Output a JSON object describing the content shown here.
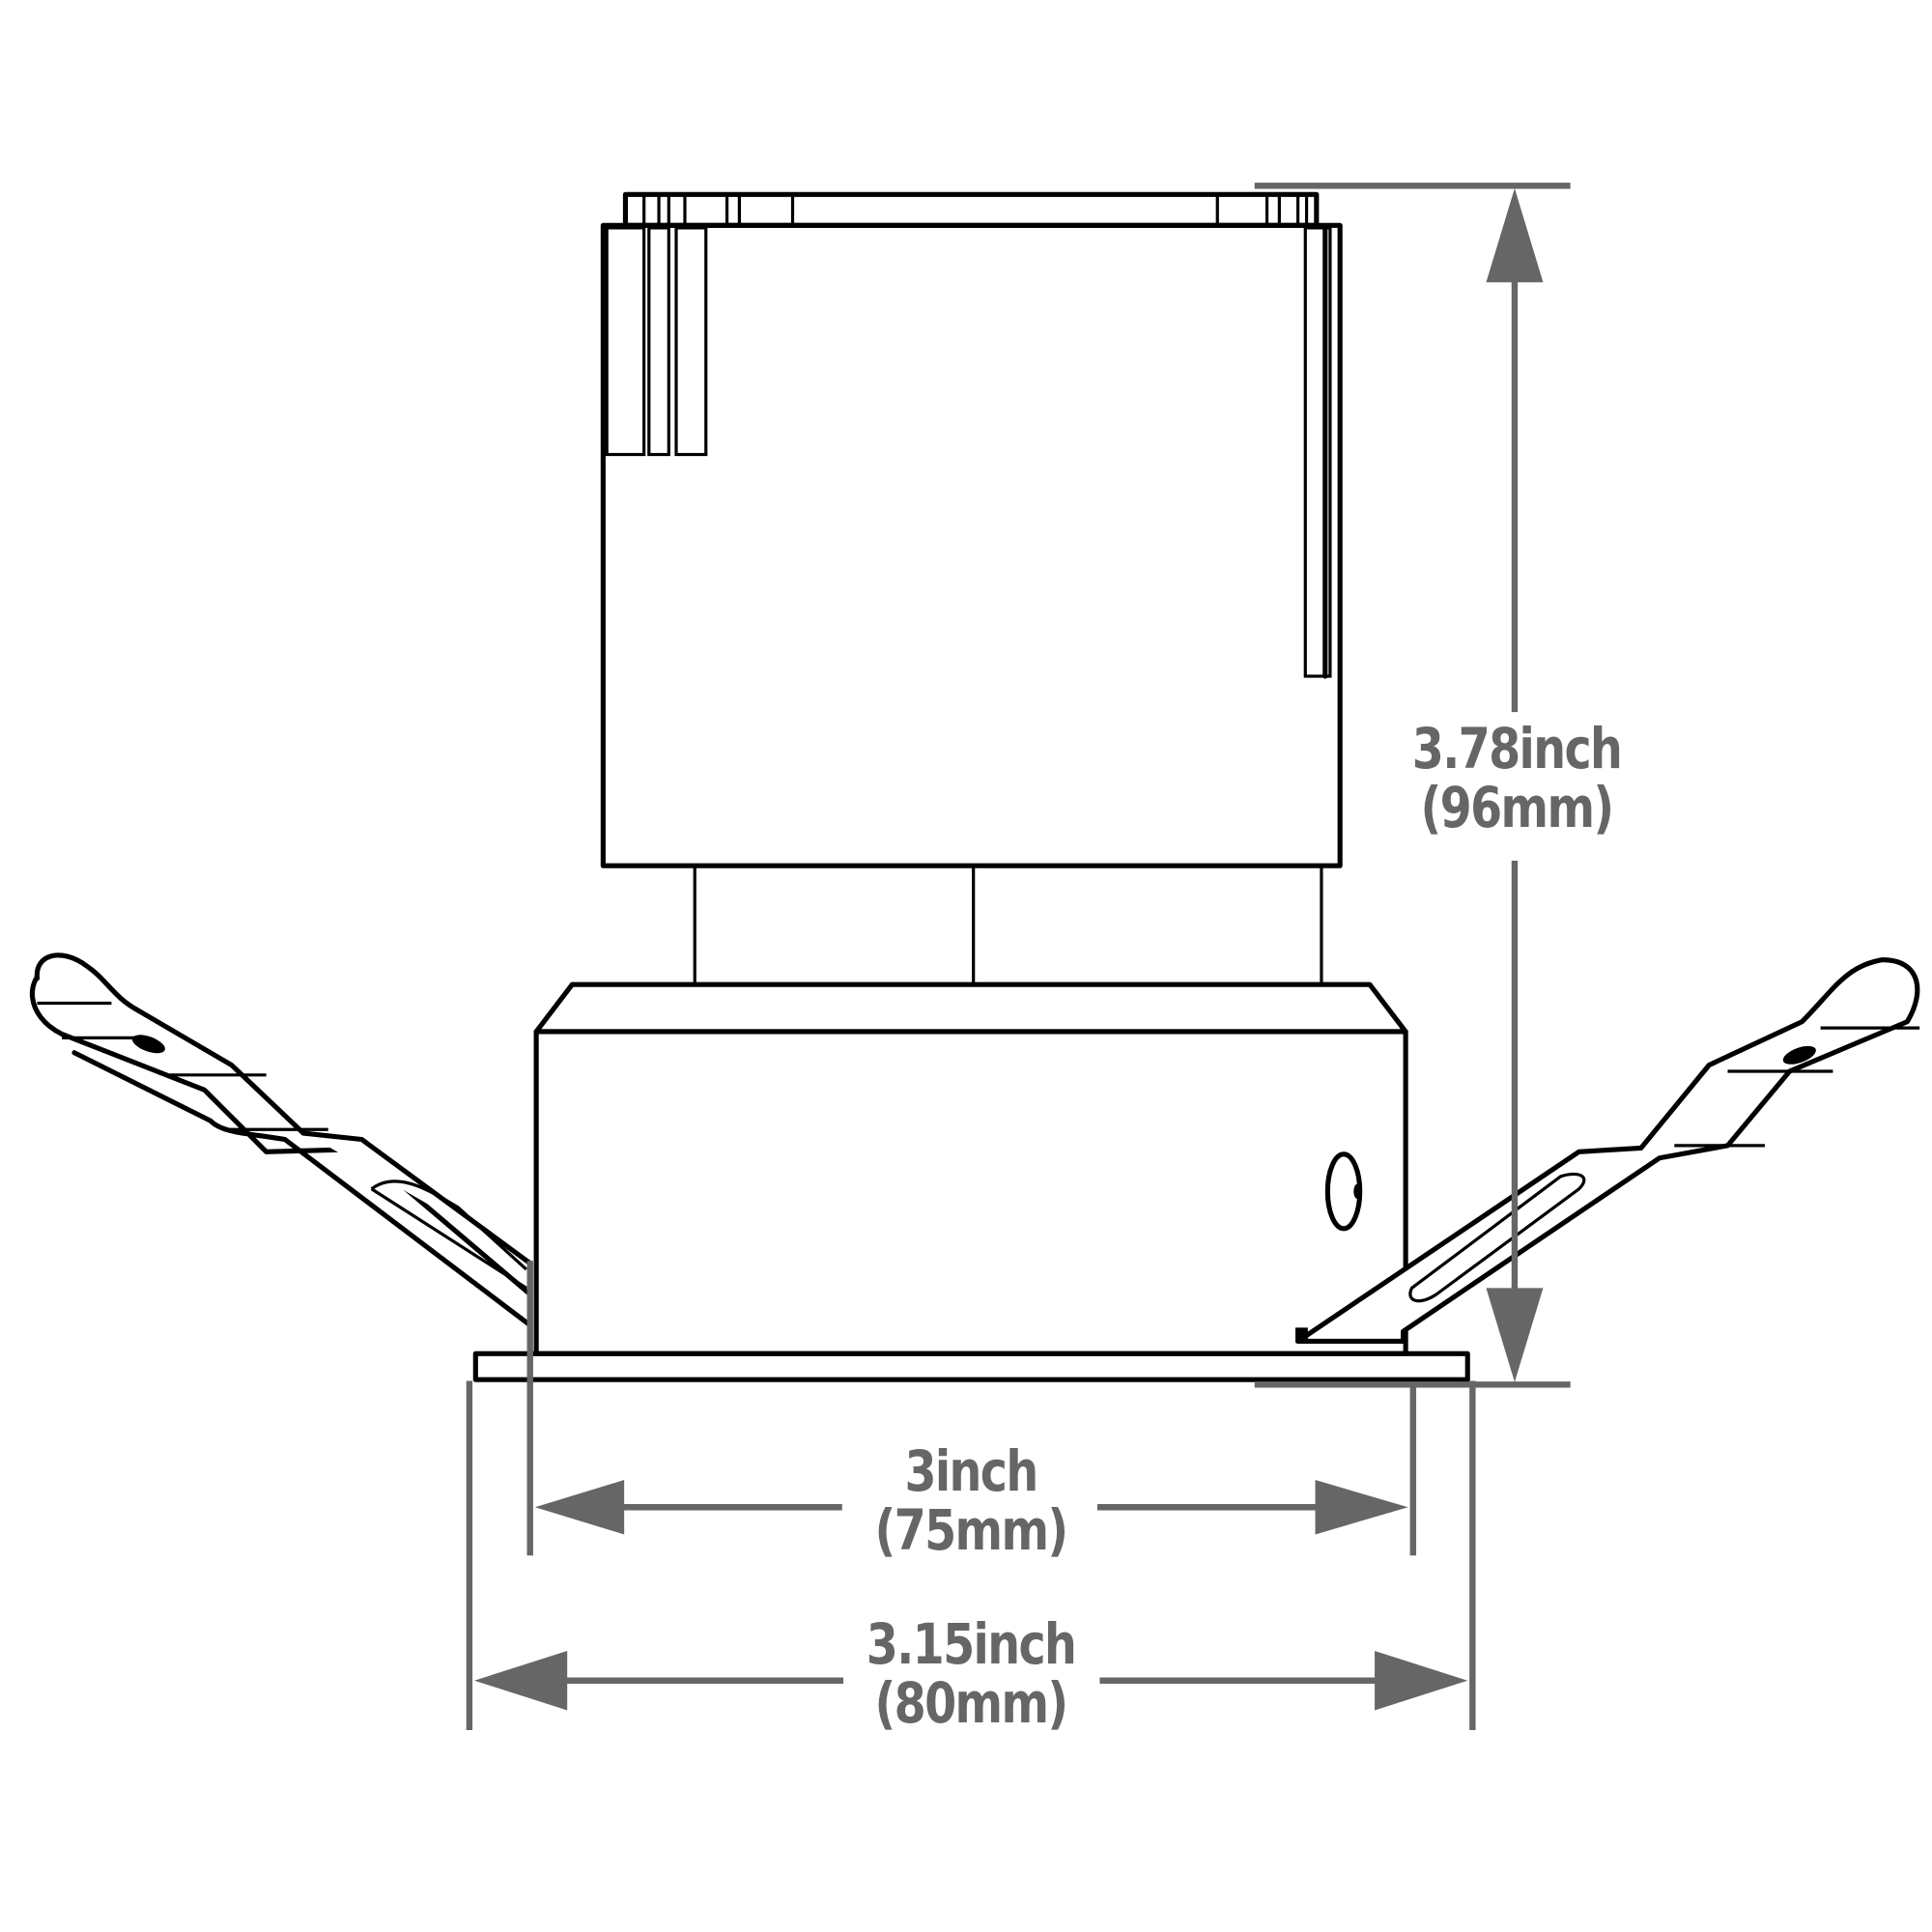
{
  "diagram": {
    "subject": "Recessed downlight side view with spring clips",
    "colors": {
      "line": "#000000",
      "dimension": "#666666",
      "background": "#ffffff"
    },
    "dimensions": {
      "height": {
        "inch": "3.78inch",
        "mm": "(96mm)"
      },
      "cutout_width": {
        "inch": "3inch",
        "mm": "(75mm)"
      },
      "trim_width": {
        "inch": "3.15inch",
        "mm": "(80mm)"
      }
    }
  }
}
